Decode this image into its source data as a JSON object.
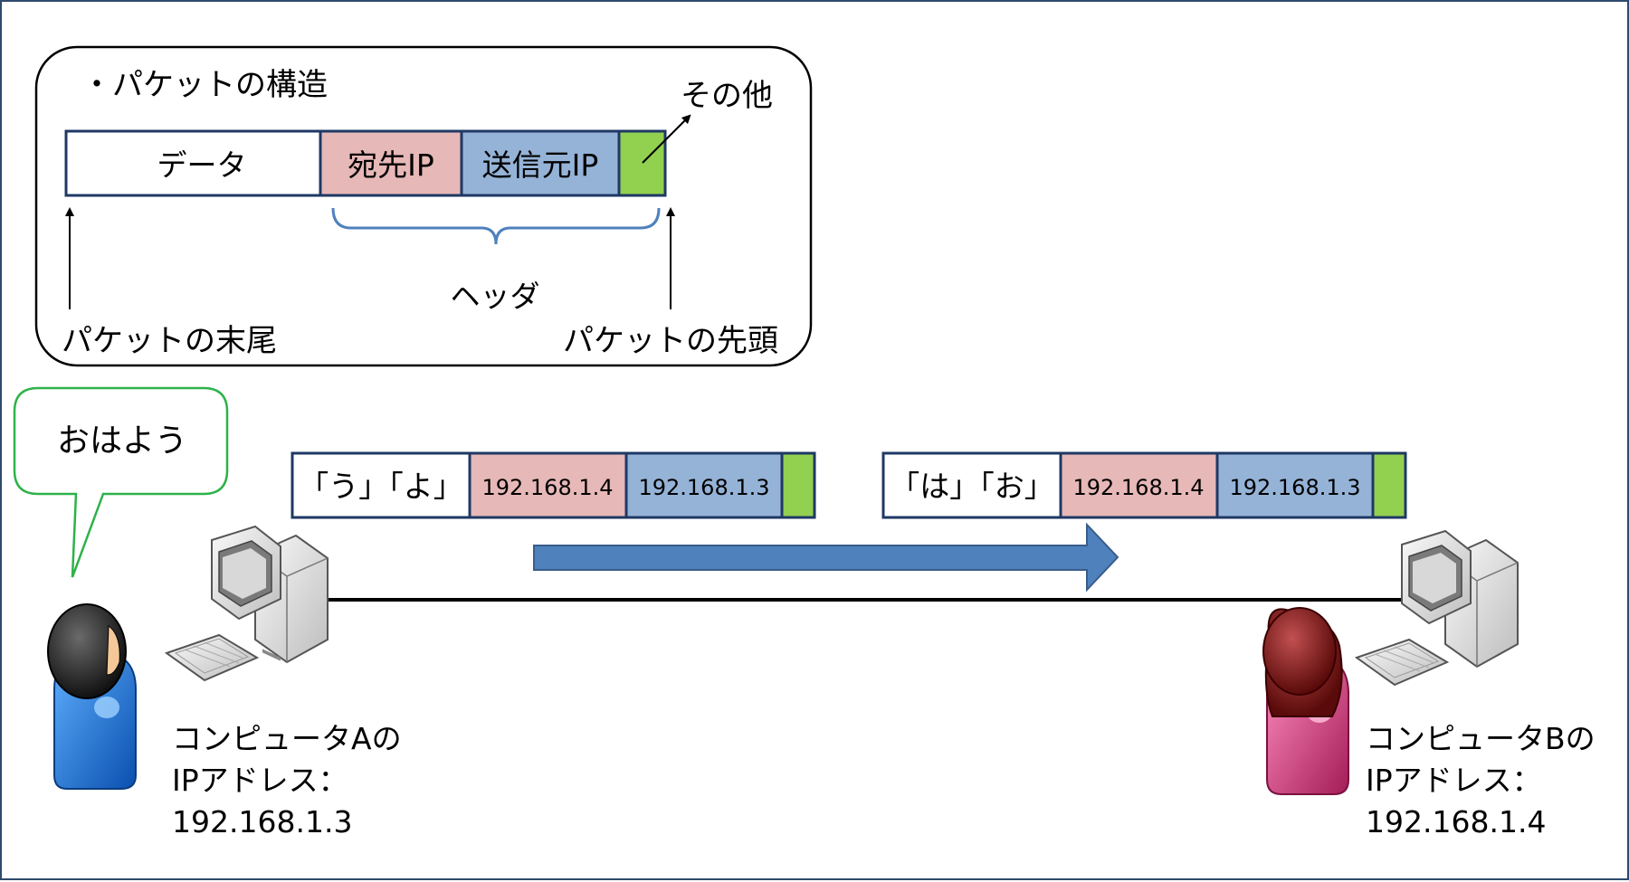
{
  "legend_box": {
    "title": "・パケットの構造",
    "data_label": "データ",
    "dest_ip_label": "宛先IP",
    "src_ip_label": "送信元IP",
    "other_label": "その他",
    "header_label": "ヘッダ",
    "packet_tail_label": "パケットの末尾",
    "packet_head_label": "パケットの先頭"
  },
  "speech_bubble": {
    "text": "おはよう"
  },
  "packet_1": {
    "data": "「う」「よ」",
    "dest_ip": "192.168.1.4",
    "src_ip": "192.168.1.3"
  },
  "packet_2": {
    "data": "「は」「お」",
    "dest_ip": "192.168.1.4",
    "src_ip": "192.168.1.3"
  },
  "computer_a": {
    "line1": "コンピュータAの",
    "line2": "IPアドレス：",
    "line3": "192.168.1.3"
  },
  "computer_b": {
    "line1": "コンピュータBの",
    "line2": "IPアドレス：",
    "line3": "192.168.1.4"
  },
  "colors": {
    "data": "#ffffff",
    "dest_ip": "#e6b8b7",
    "src_ip": "#95b3d7",
    "other": "#92d050",
    "outline": "#1f3864",
    "arrow": "#4f81bd",
    "brace": "#4f81bd",
    "bubble_border": "#2eb24a",
    "person_a": "#1f6fd1",
    "person_b": "#d03a78"
  }
}
